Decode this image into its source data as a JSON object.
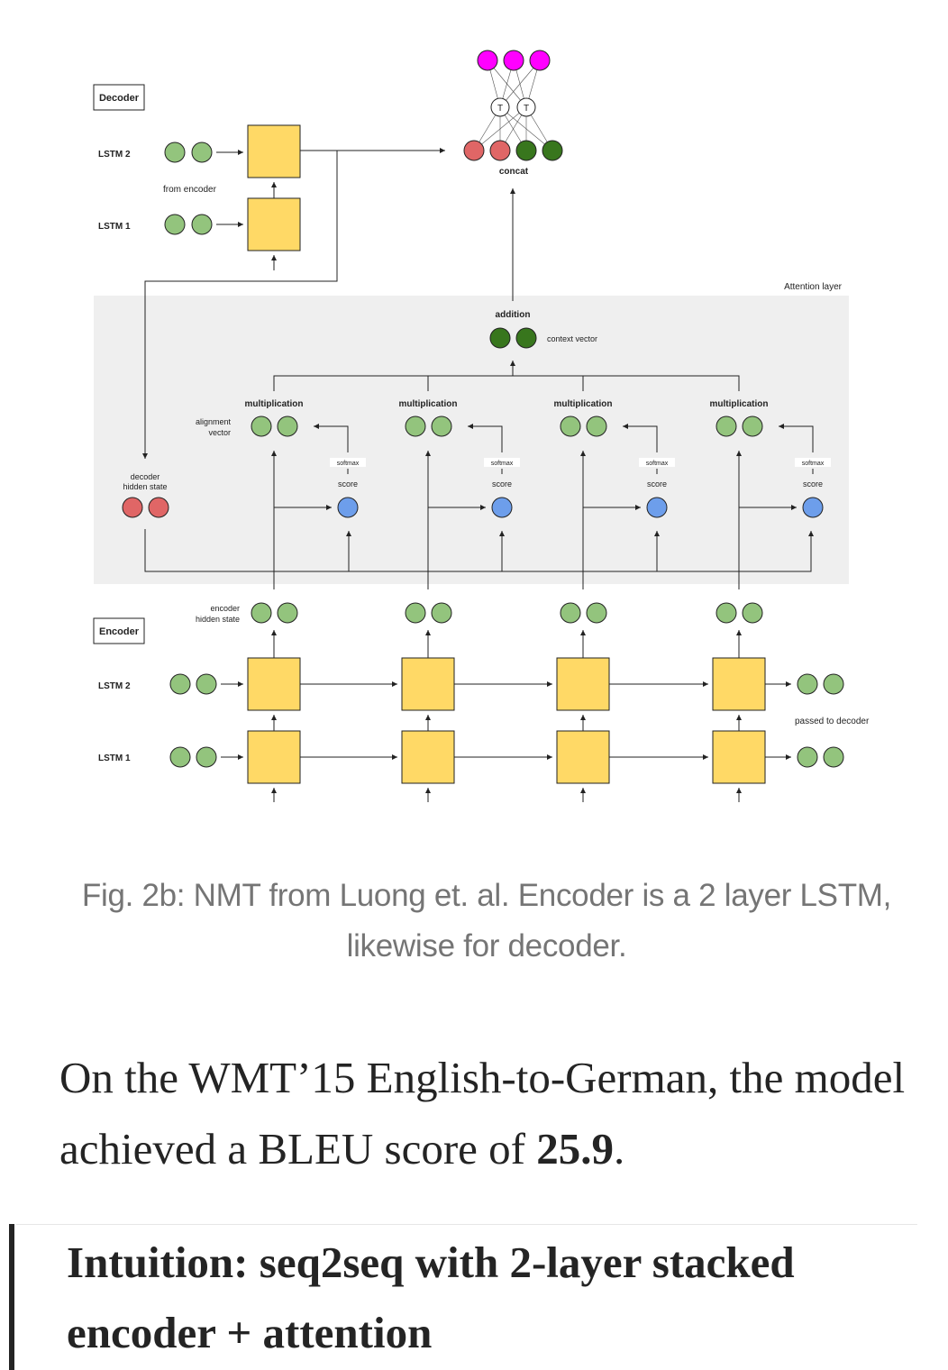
{
  "diagram": {
    "labels": {
      "decoder_box": "Decoder",
      "encoder_box": "Encoder",
      "lstm2": "LSTM 2",
      "lstm1": "LSTM 1",
      "from_encoder": "from encoder",
      "concat": "concat",
      "tanh": "T",
      "attention_layer": "Attention layer",
      "addition": "addition",
      "context_vector": "context vector",
      "multiplication": "multiplication",
      "alignment_vector_1": "alignment",
      "alignment_vector_2": "vector",
      "softmax": "softmax",
      "score": "score",
      "decoder_hidden_1": "decoder",
      "decoder_hidden_2": "hidden state",
      "encoder_hidden_1": "encoder",
      "encoder_hidden_2": "hidden state",
      "passed_to_decoder": "passed to decoder"
    },
    "colors": {
      "lstm_cell": "#FFD966",
      "green_node": "#93C47D",
      "dark_green_node": "#38761D",
      "red_node": "#E06666",
      "magenta_node": "#FF00FF",
      "blue_node": "#6D9EEB",
      "attention_bg": "#EFEFEF"
    }
  },
  "caption": "Fig. 2b: NMT from Luong et. al. Encoder is a 2 layer LSTM, likewise for decoder.",
  "body": {
    "text_before": "On the WMT’15 English-to-German, the model achieved a BLEU score of ",
    "score": "25.9",
    "text_after": "."
  },
  "heading": "Intuition: seq2seq with 2-layer stacked encoder + attention"
}
